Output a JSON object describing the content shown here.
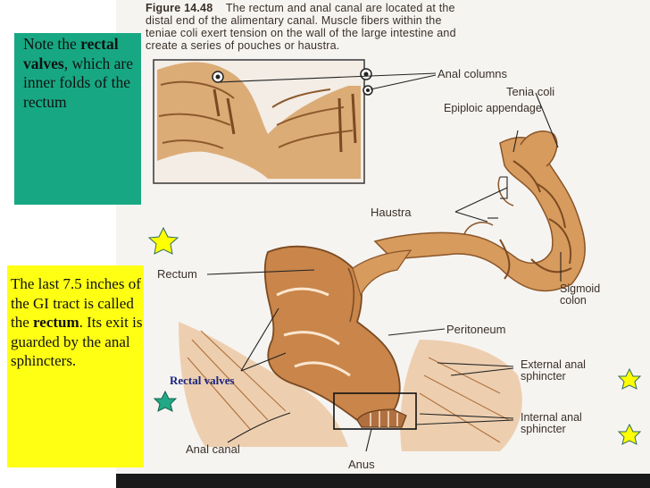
{
  "figure": {
    "number": "Figure 14.48",
    "caption_line1": "The rectum and anal canal are located at the",
    "caption_line2": "distal end of the alimentary canal. Muscle fibers within the",
    "caption_line3": "teniae coli exert tension on the wall of the large intestine and",
    "caption_line4": "create a series of pouches or haustra."
  },
  "notes": {
    "green": {
      "p1": "Note the",
      "bold": "rectal valves",
      "p2": ",",
      "p3": "which are inner folds of the rectum"
    },
    "yellow": {
      "p1": "The last 7.5 inches of the GI tract is called the",
      "bold": "rectum",
      "p2": ".  Its exit is guarded by the anal sphincters."
    }
  },
  "labels": {
    "anal_columns": "Anal columns",
    "tenia_coli": "Tenia coli",
    "epiploic_appendage": "Epiploic appendage",
    "haustra": "Haustra",
    "rectum": "Rectum",
    "sigmoid_colon": "Sigmoid colon",
    "peritoneum": "Peritoneum",
    "external_anal_sphincter": "External anal sphincter",
    "internal_anal_sphincter": "Internal anal sphincter",
    "anal_canal": "Anal canal",
    "anus": "Anus",
    "rectal_valves": "Rectal valves"
  },
  "colors": {
    "green_note": "#17a883",
    "yellow_note": "#ffff14",
    "tissue": "#c98a4e",
    "star_yellow": "#ffff00",
    "star_green": "#22a884"
  }
}
